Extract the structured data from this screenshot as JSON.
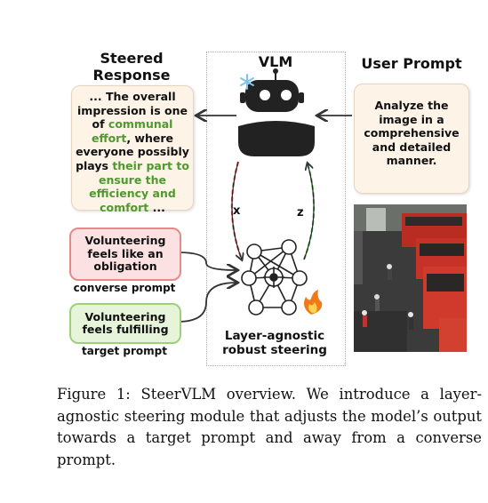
{
  "steered_response": {
    "heading": "Steered Response",
    "lines": [
      [
        {
          "t": "... The overall",
          "g": false
        }
      ],
      [
        {
          "t": "impression is one",
          "g": false
        }
      ],
      [
        {
          "t": "of ",
          "g": false
        },
        {
          "t": "communal",
          "g": true
        }
      ],
      [
        {
          "t": "effort",
          "g": true
        },
        {
          "t": ", where",
          "g": false
        }
      ],
      [
        {
          "t": "everyone possibly",
          "g": false
        }
      ],
      [
        {
          "t": "plays ",
          "g": false
        },
        {
          "t": "their part to",
          "g": true
        }
      ],
      [
        {
          "t": "ensure the",
          "g": true
        }
      ],
      [
        {
          "t": "efficiency and",
          "g": true
        }
      ],
      [
        {
          "t": "comfort",
          "g": true
        },
        {
          "t": " ...",
          "g": false
        }
      ]
    ]
  },
  "vlm": {
    "label": "VLM"
  },
  "user_prompt": {
    "heading": "User Prompt",
    "text": "Analyze the image in a comprehensive and detailed manner."
  },
  "steering": {
    "x_label": "x",
    "z_label": "z",
    "module_label": "Layer-agnostic robust steering"
  },
  "prompts": {
    "converse_text": "Volunteering feels like an obligation",
    "converse_label": "converse prompt",
    "target_text": "Volunteering feels fulfilling",
    "target_label": "target prompt"
  },
  "colors": {
    "green_text": "#4e9a2e",
    "response_bg": "#fdf3e6",
    "converse_bg": "#fbe1e1",
    "converse_border": "#e58a8a",
    "target_bg": "#e6f4da",
    "target_border": "#9cd07a",
    "x_arrow": "#d9534f",
    "z_arrow": "#5cb85c"
  },
  "caption": "Figure 1: SteerVLM overview. We introduce a layer-agnostic steering module that adjusts the model’s output towards a target prompt and away from a converse prompt."
}
